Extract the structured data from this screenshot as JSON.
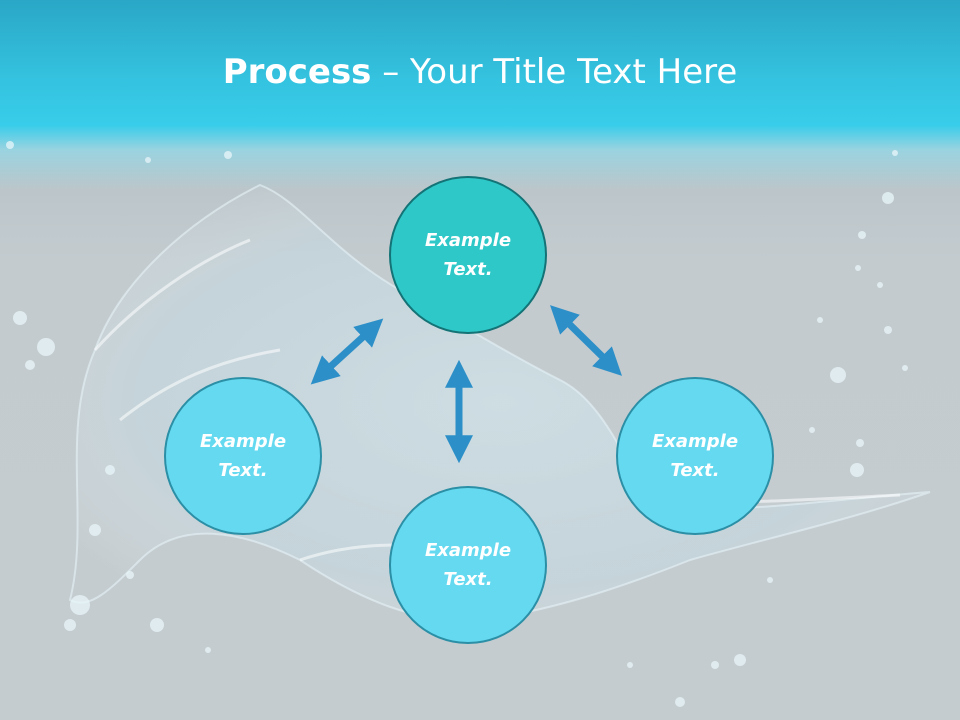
{
  "title": {
    "bold": "Process",
    "rest": " – Your Title Text Here"
  },
  "nodes": {
    "top": "Example\nText.",
    "left": "Example\nText.",
    "bottom": "Example\nText.",
    "right": "Example\nText."
  },
  "colors": {
    "header_blue": "#38cdea",
    "top_circle_fill": "#2ec8c8",
    "circle_fill": "#65d9f0",
    "arrow": "#2d8fc8"
  }
}
